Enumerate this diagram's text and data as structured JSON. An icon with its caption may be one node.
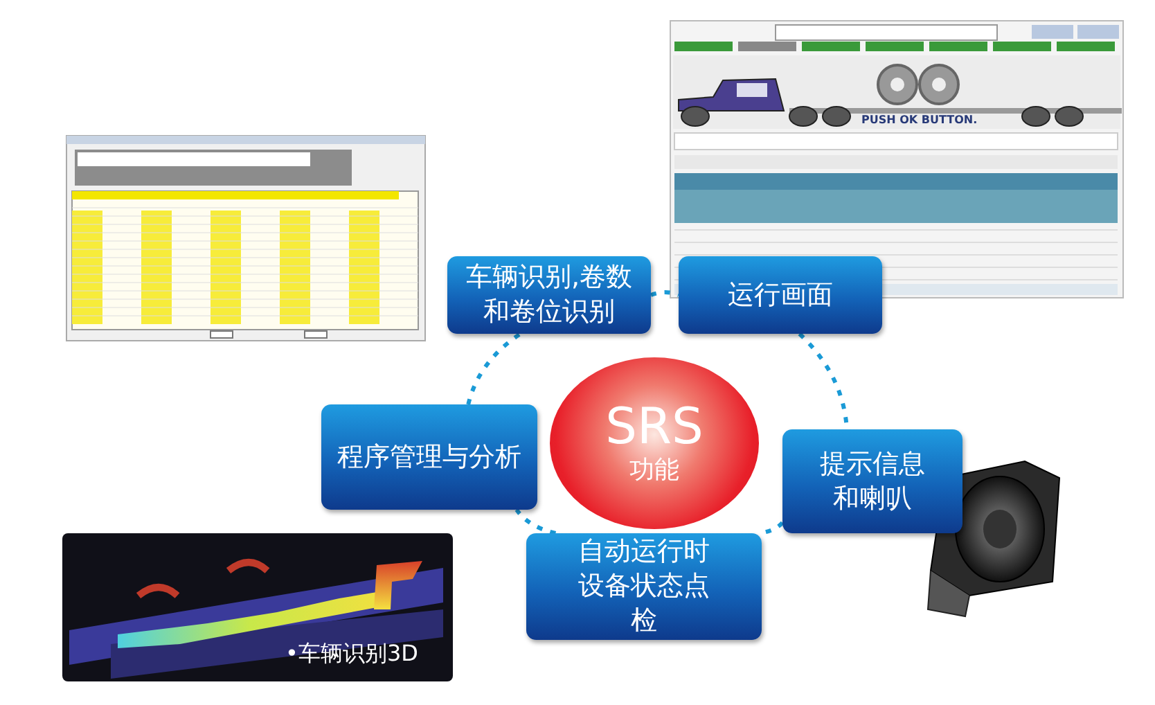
{
  "diagram": {
    "nodes": [
      {
        "text": [
          "车辆识别,卷数和卷位识别"
        ]
      },
      {
        "text": [
          "运行画面"
        ]
      },
      {
        "text": [
          "SRS",
          "功能"
        ]
      },
      {
        "text": [
          "程序管理与分析"
        ]
      },
      {
        "text": [
          "提示信息和喇叭"
        ]
      },
      {
        "text": [
          "自动运行时设备状态点检"
        ]
      }
    ],
    "edges": [
      {
        "from": 0,
        "to": 1,
        "arrow": "none",
        "style": "dashed"
      },
      {
        "from": 1,
        "to": 4,
        "arrow": "none",
        "style": "dashed"
      },
      {
        "from": 4,
        "to": 5,
        "arrow": "none",
        "style": "dashed"
      },
      {
        "from": 5,
        "to": 3,
        "arrow": "none",
        "style": "dashed"
      },
      {
        "from": 3,
        "to": 0,
        "arrow": "none",
        "style": "dashed"
      }
    ],
    "labels": [
      "PUSH OK BUTTON.",
      "•车辆识别3D"
    ]
  }
}
